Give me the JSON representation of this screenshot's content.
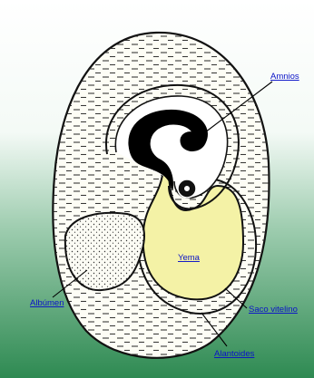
{
  "diagram": {
    "labels": {
      "amnios": "Amnios",
      "yema": "Yema",
      "albumen": "Albúmen",
      "saco_vitelino": "Saco vitelino",
      "alantoides": "Alantoides"
    },
    "colors": {
      "background_top": "#ffffff",
      "background_bottom": "#2e8a52",
      "egg_fill": "#fdfdf5",
      "yolk_fill": "#f4f2a6",
      "embryo_fill": "#000000",
      "label_link": "#0a12c8"
    }
  }
}
